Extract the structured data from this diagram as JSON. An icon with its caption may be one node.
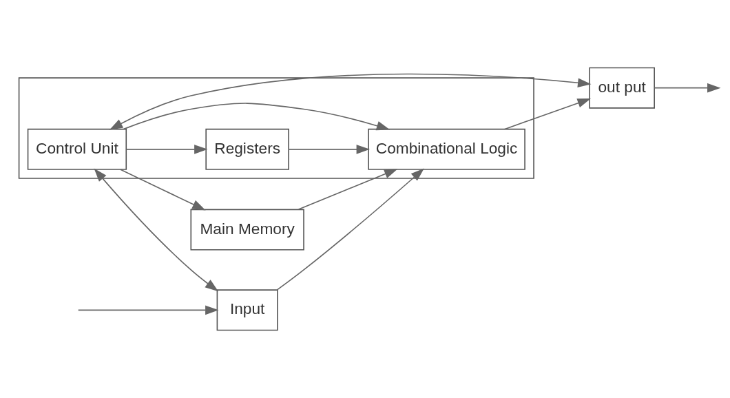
{
  "diagram": {
    "nodes": [
      {
        "text": [],
        "shape": "box"
      },
      {
        "text": [
          "Control Unit"
        ],
        "in": 0
      },
      {
        "text": [
          "Registers"
        ],
        "in": 0
      },
      {
        "text": [
          "Combinational Logic"
        ],
        "in": 0
      },
      {
        "text": [
          "Input"
        ]
      },
      {
        "text": [
          "out put"
        ]
      },
      {
        "text": [
          "Main Memory"
        ]
      }
    ],
    "edges": [
      {
        "from": null,
        "to": 4,
        "arrow": "to"
      },
      {
        "from": 4,
        "to": 3,
        "arrow": "to"
      },
      {
        "from": 1,
        "to": 4,
        "arrow": "both"
      },
      {
        "from": 1,
        "to": 5,
        "arrow": "both"
      },
      {
        "from": 3,
        "to": 5,
        "arrow": "to"
      },
      {
        "from": 5,
        "to": null,
        "arrow": "to"
      },
      {
        "from": 1,
        "to": 2,
        "arrow": "to"
      },
      {
        "from": 2,
        "to": 3,
        "arrow": "to"
      },
      {
        "from": 1,
        "to": 3,
        "arrow": "to"
      },
      {
        "from": 1,
        "to": 6,
        "arrow": "to"
      },
      {
        "from": 6,
        "to": 3,
        "arrow": "to"
      }
    ]
  }
}
